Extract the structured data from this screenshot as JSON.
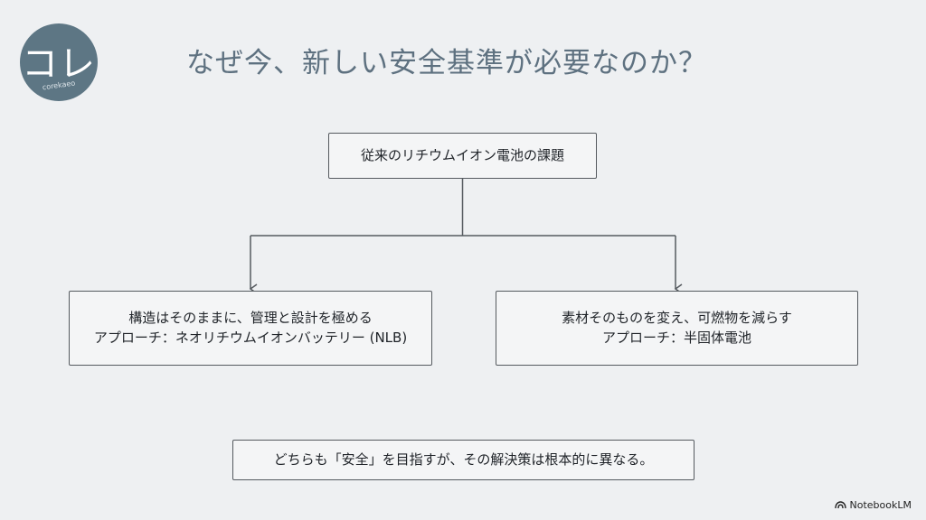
{
  "logo": {
    "main": "コレ",
    "sub": "corekaeo",
    "color": "#5d7684"
  },
  "title": "なぜ今、新しい安全基準が必要なのか？",
  "diagram": {
    "root": "従来のリチウムイオン電池の課題",
    "left": {
      "line1": "構造はそのままに、管理と設計を極める",
      "line2": "アプローチ：ネオリチウムイオンバッテリー (NLB)"
    },
    "right": {
      "line1": "素材そのものを変え、可燃物を減らす",
      "line2": "アプローチ：半固体電池"
    },
    "conclusion": "どちらも「安全」を目指すが、その解決策は根本的に異なる。"
  },
  "footer": {
    "brand": "NotebookLM",
    "icon": "notebooklm-icon"
  },
  "colors": {
    "background": "#eef0f2",
    "title": "#5e7180",
    "line": "#555a5f"
  }
}
